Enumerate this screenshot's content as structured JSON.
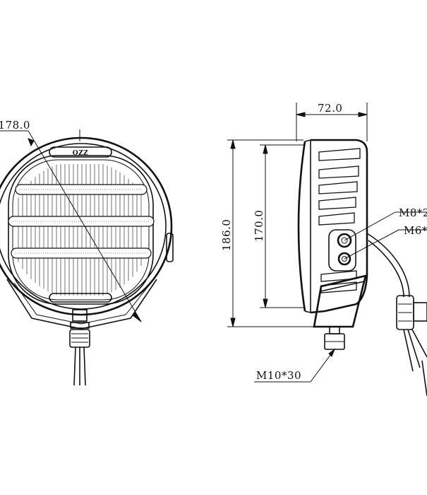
{
  "front_view": {
    "diameter_label": "ø178.0",
    "logo_text": "OZZ"
  },
  "side_view": {
    "depth_label": "72.0",
    "overall_height_label": "186.0",
    "body_height_label": "170.0",
    "screw_label_1": "M8*2",
    "screw_label_2": "M6*",
    "mount_bolt_label": "M10*30"
  },
  "colors": {
    "line": "#111111",
    "background": "#ffffff"
  }
}
